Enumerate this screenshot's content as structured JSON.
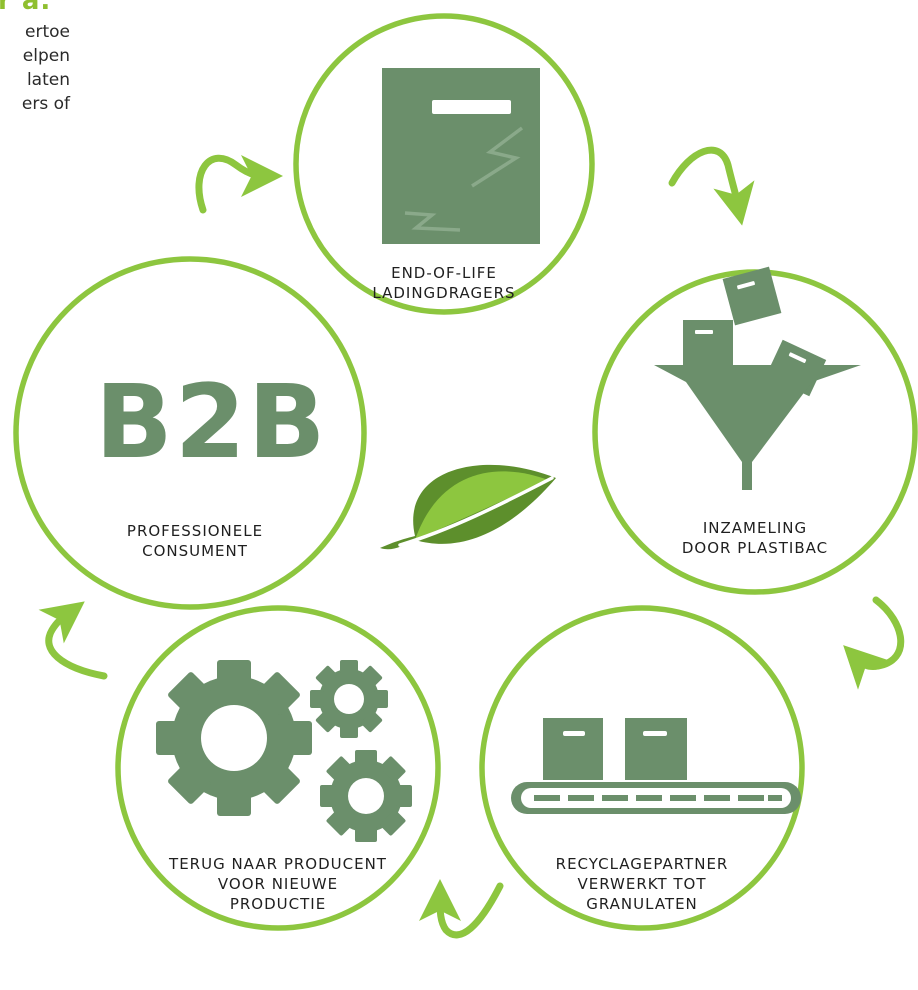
{
  "colors": {
    "ring": "#8dc63f",
    "icon": "#6b8f6b",
    "arrow": "#8dc63f",
    "leaf_dark": "#5d8f2c",
    "leaf_light": "#8dc63f",
    "text": "#1f1f1f"
  },
  "header_fragment": "r a.",
  "intro_lines": [
    "ertoe",
    "elpen",
    "laten",
    "ers  of"
  ],
  "stages": [
    {
      "id": "end-of-life",
      "lines": [
        "END-OF-LIFE",
        "LADINGDRAGERS"
      ],
      "icon": "damaged-crate-icon"
    },
    {
      "id": "inzameling",
      "lines": [
        "INZAMELING",
        "DOOR PLASTIBAC"
      ],
      "icon": "funnel-crates-icon"
    },
    {
      "id": "recyclagepartner",
      "lines": [
        "RECYCLAGEPARTNER",
        "VERWERKT TOT",
        "GRANULATEN"
      ],
      "icon": "conveyor-belt-icon"
    },
    {
      "id": "terug-naar-producent",
      "lines": [
        "TERUG NAAR PRODUCENT",
        "VOOR NIEUWE",
        "PRODUCTIE"
      ],
      "icon": "gears-icon"
    },
    {
      "id": "professionele-consument",
      "lines": [
        "PROFESSIONELE",
        "CONSUMENT"
      ],
      "icon": "b2b-text"
    }
  ],
  "b2b_text": "B2B",
  "center_icon": "leaf-icon"
}
